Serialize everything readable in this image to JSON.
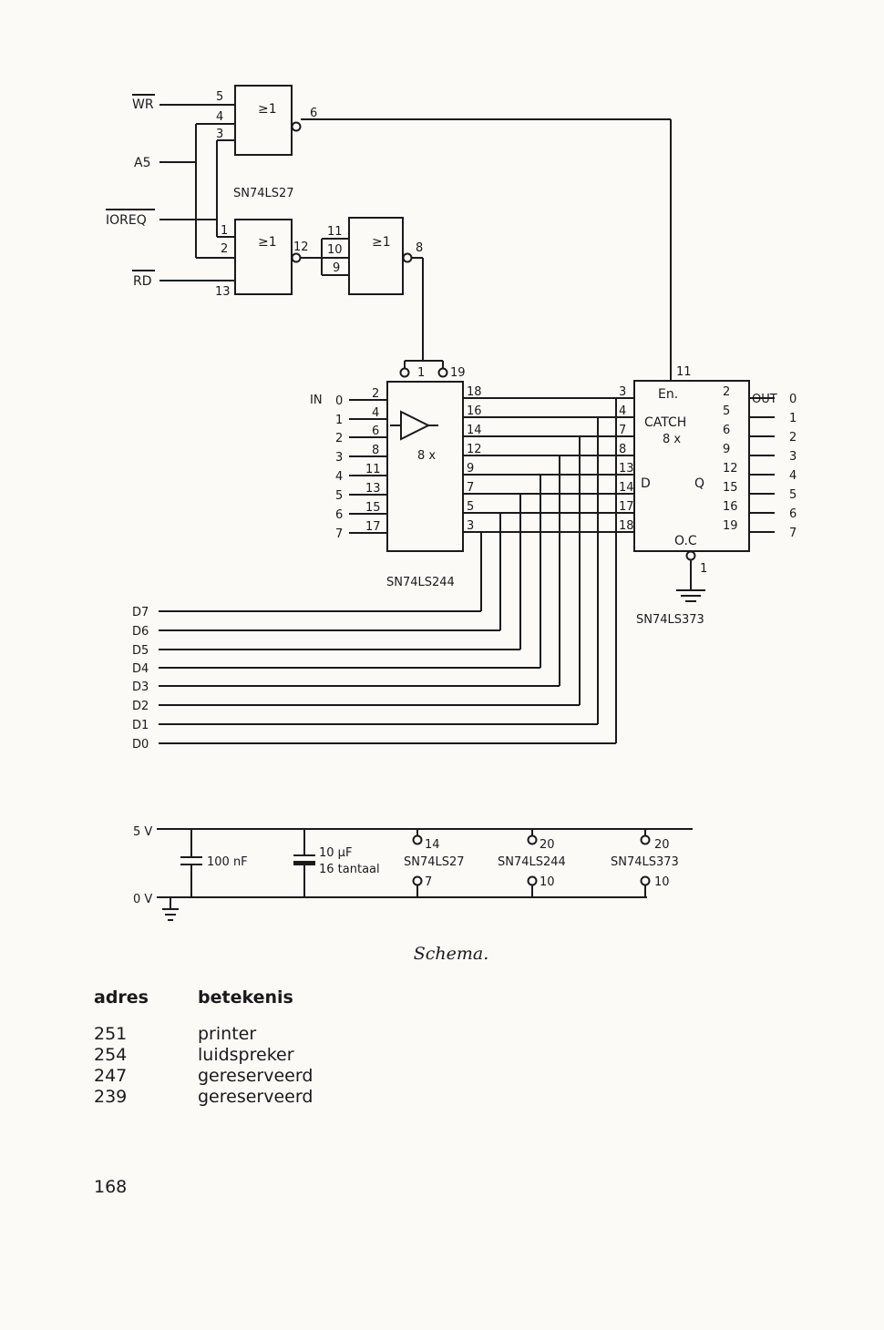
{
  "gate_inputs": {
    "wr": "WR",
    "a5": "A5",
    "ioreq": "IOREQ",
    "rd": "RD"
  },
  "nor_symbol": "≥1",
  "chips": {
    "ls27": "SN74LS27",
    "ls244": "SN74LS244",
    "ls373": "SN74LS373"
  },
  "pins": {
    "g1_in": [
      "5",
      "4",
      "3"
    ],
    "g1_out": "6",
    "g2_in": [
      "1",
      "2",
      "13"
    ],
    "g2_out": "12",
    "g3_in": [
      "11",
      "10",
      "9"
    ],
    "g3_out": "8",
    "buf_oe": [
      "1",
      "19"
    ],
    "buf_in": [
      "2",
      "4",
      "6",
      "8",
      "11",
      "13",
      "15",
      "17"
    ],
    "buf_out": [
      "18",
      "16",
      "14",
      "12",
      "9",
      "7",
      "5",
      "3"
    ],
    "latch_en": "11",
    "latch_in": [
      "3",
      "4",
      "7",
      "8",
      "13",
      "14",
      "17",
      "18"
    ],
    "latch_out": [
      "2",
      "5",
      "6",
      "9",
      "12",
      "15",
      "16",
      "19"
    ],
    "latch_oc": "1"
  },
  "buffer": {
    "count": "8 x"
  },
  "latch": {
    "en": "En.",
    "name": "CATCH",
    "count": "8 x",
    "d": "D",
    "q": "Q",
    "oc": "O.C"
  },
  "in_label": "IN",
  "out_label": "OUT",
  "bit_labels": [
    "0",
    "1",
    "2",
    "3",
    "4",
    "5",
    "6",
    "7"
  ],
  "data_bus": [
    "D7",
    "D6",
    "D5",
    "D4",
    "D3",
    "D2",
    "D1",
    "D0"
  ],
  "power": {
    "v5": "5 V",
    "v0": "0 V",
    "c1": "100 nF",
    "c2": "10 μF",
    "c2_type": "16 tantaal",
    "ls27_vcc": "14",
    "ls27_gnd": "7",
    "ls244_vcc": "20",
    "ls244_gnd": "10",
    "ls373_vcc": "20",
    "ls373_gnd": "10"
  },
  "caption": "Schema.",
  "table": {
    "headers": [
      "adres",
      "betekenis"
    ],
    "rows": [
      [
        "251",
        "printer"
      ],
      [
        "254",
        "luidspreker"
      ],
      [
        "247",
        "gereserveerd"
      ],
      [
        "239",
        "gereserveerd"
      ]
    ]
  },
  "page_number": "168"
}
